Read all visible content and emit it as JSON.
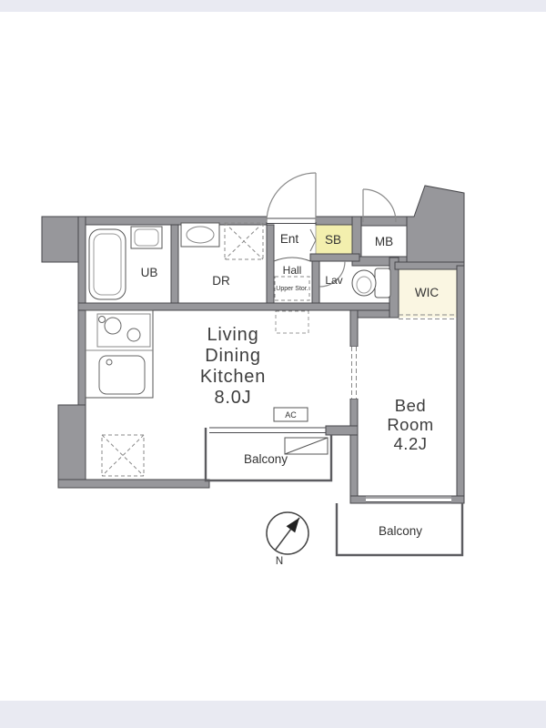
{
  "page": {
    "background": "#ffffff",
    "top_band_color": "#e9eaf2",
    "bottom_band_color": "#e9eaf2"
  },
  "plan": {
    "colors": {
      "wall_fill": "#97979b",
      "wall_stroke": "#47474b",
      "shoebox_fill": "#f3efae",
      "wic_fill": "#faf6e2",
      "fixture_line": "#555555",
      "label_color": "#333333"
    },
    "rooms": {
      "ub": {
        "label": "UB"
      },
      "dr": {
        "label": "DR"
      },
      "ent": {
        "label": "Ent"
      },
      "sb": {
        "label": "SB"
      },
      "mb": {
        "label": "MB"
      },
      "hall": {
        "label": "Hall"
      },
      "upper_storage": {
        "label": "Upper Stor."
      },
      "lav": {
        "label": "Lav"
      },
      "wic": {
        "label": "WIC"
      },
      "ldk": {
        "lines": [
          "Living",
          "Dining",
          "Kitchen",
          "8.0J"
        ]
      },
      "bedroom": {
        "lines": [
          "Bed",
          "Room",
          "4.2J"
        ]
      },
      "balcony_ldk": {
        "label": "Balcony"
      },
      "balcony_bedroom": {
        "label": "Balcony"
      }
    },
    "equipment": {
      "ac": {
        "label": "AC"
      }
    },
    "compass": {
      "label": "N"
    }
  }
}
